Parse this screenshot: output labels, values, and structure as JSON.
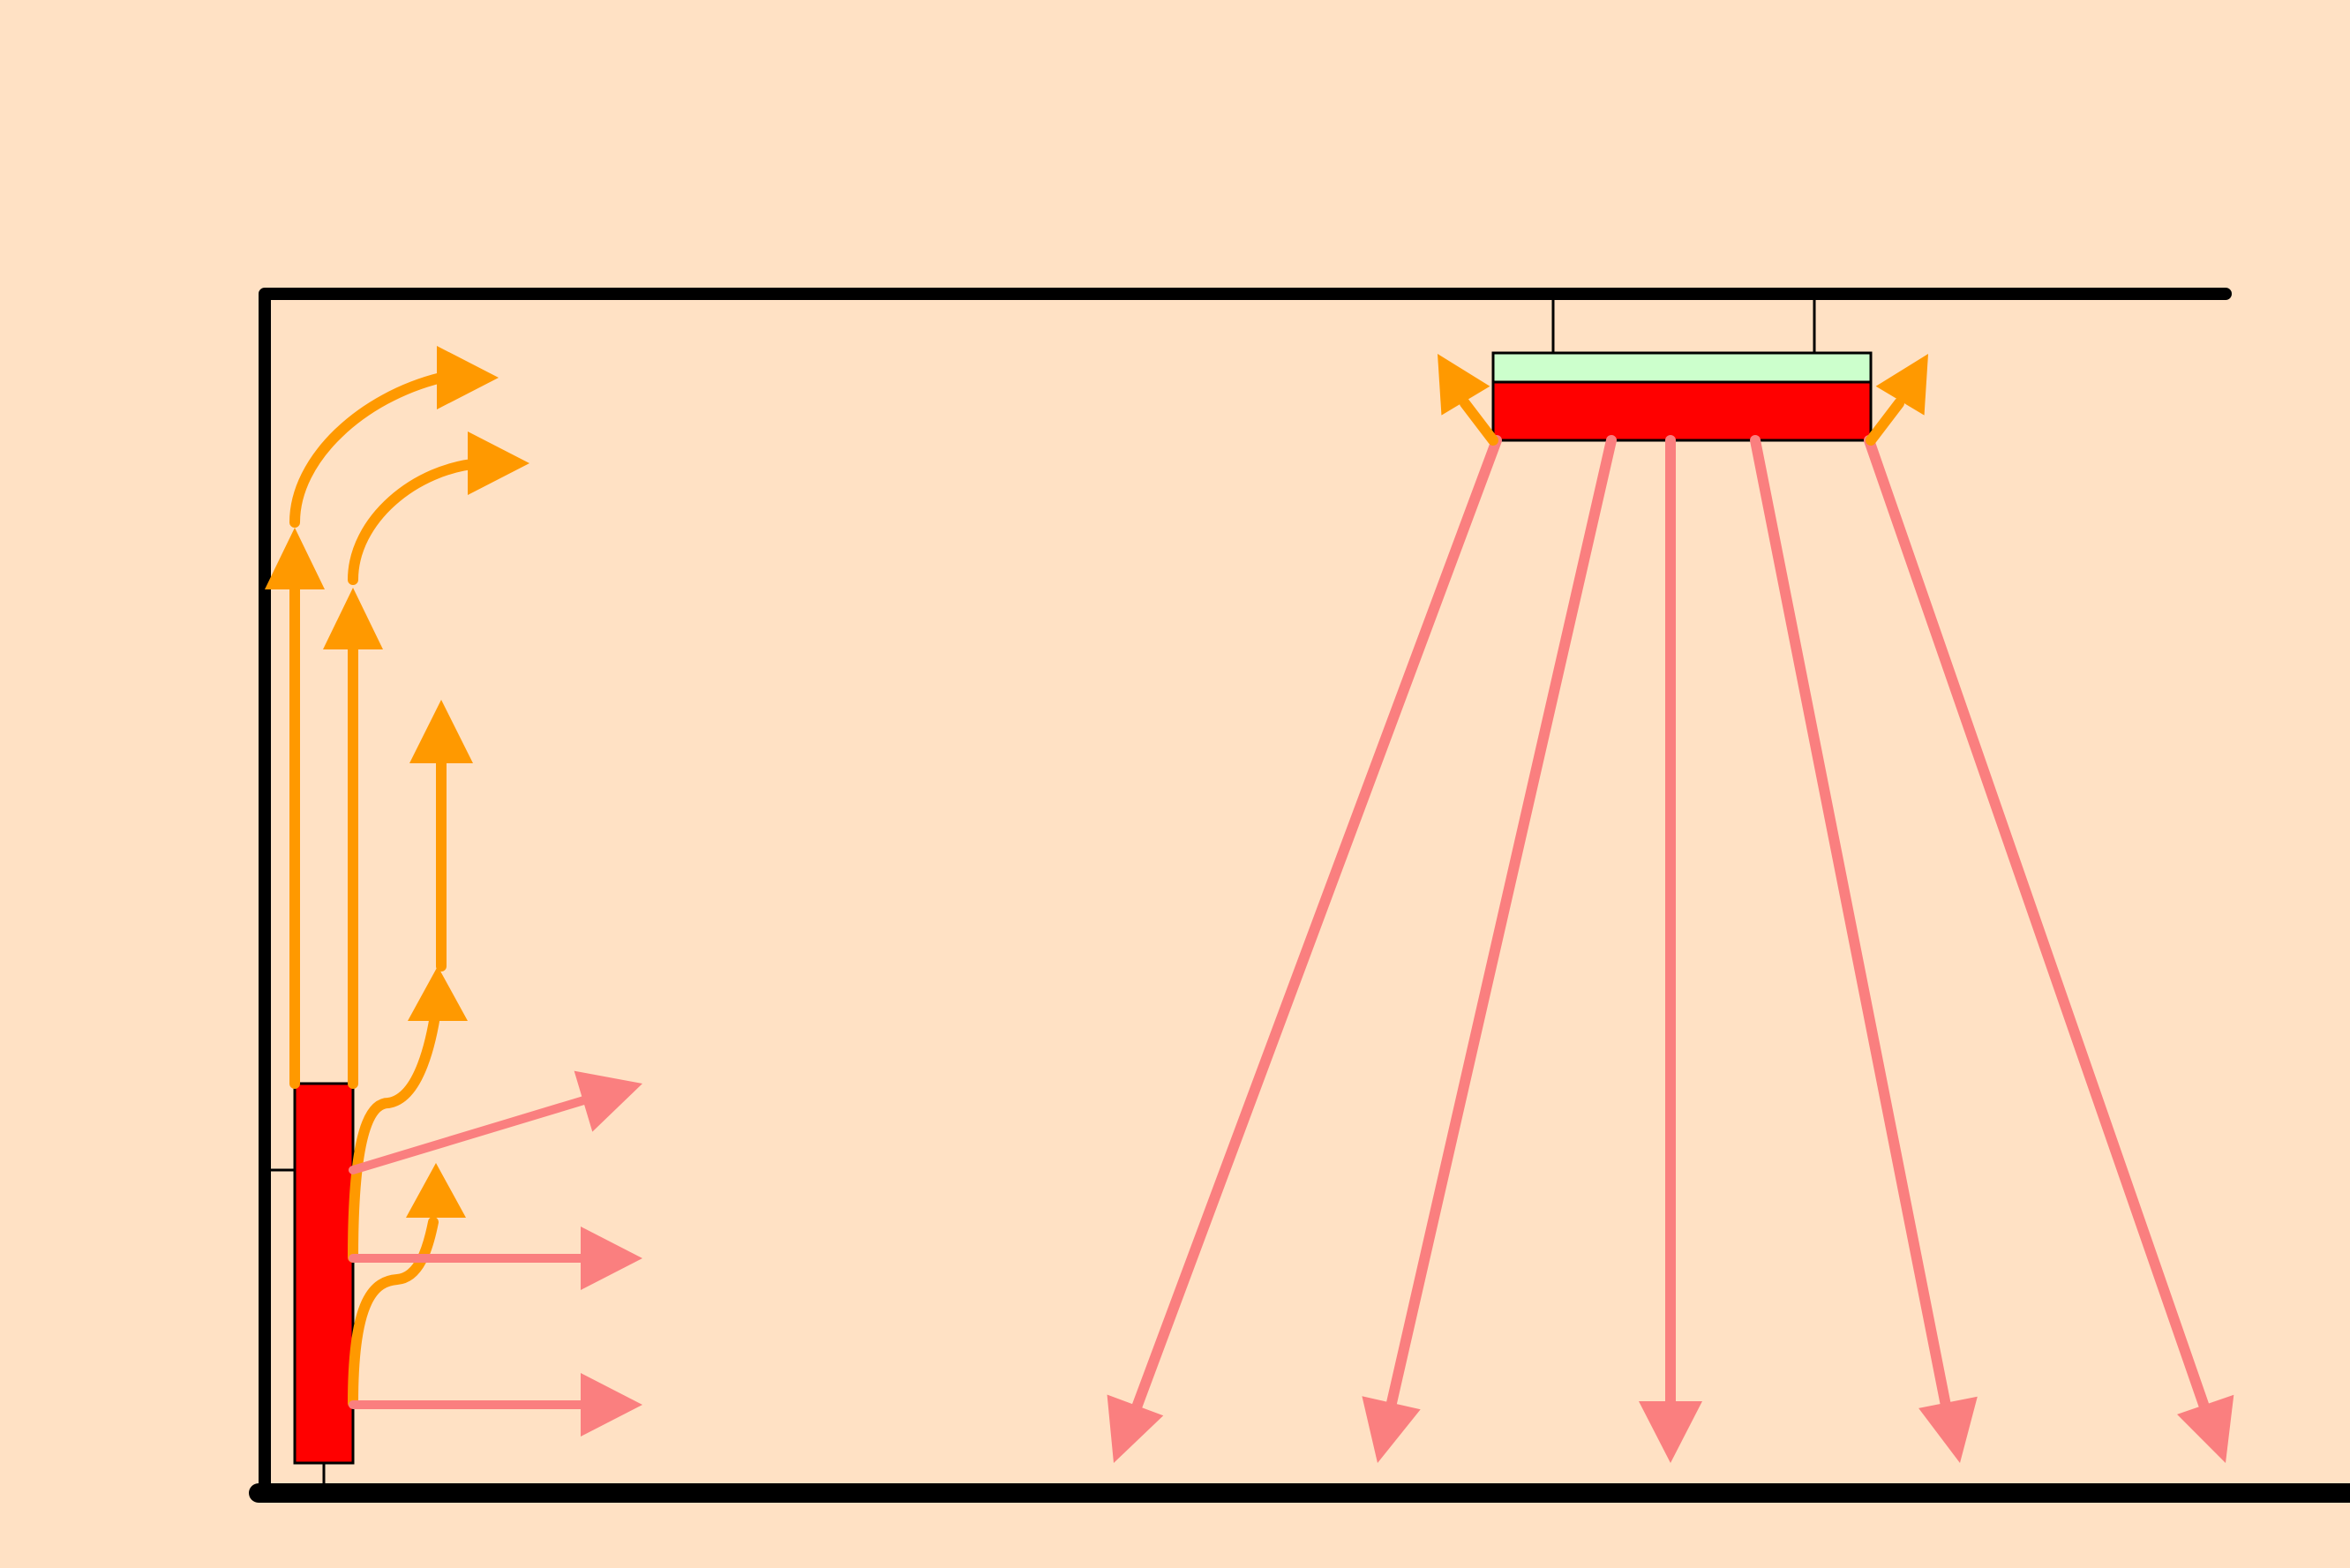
{
  "colors": {
    "background": "#FFE1C4",
    "wall": "#000000",
    "heater_body": "#FF0000",
    "reflector": "#CCFFCC",
    "convection_arrow": "#FF9900",
    "radiation_arrow": "#FA7F7F"
  },
  "components": {
    "room": "room-outline",
    "wall_radiator": "wall-radiator-panel",
    "ceiling_heater": "ceiling-radiant-panel",
    "ceiling_reflector": "ceiling-reflector-plate"
  },
  "arrows": {
    "wall_radiator": {
      "convection_count": 5,
      "radiation_count": 3
    },
    "ceiling_heater": {
      "convection_count": 2,
      "radiation_count": 5
    }
  }
}
